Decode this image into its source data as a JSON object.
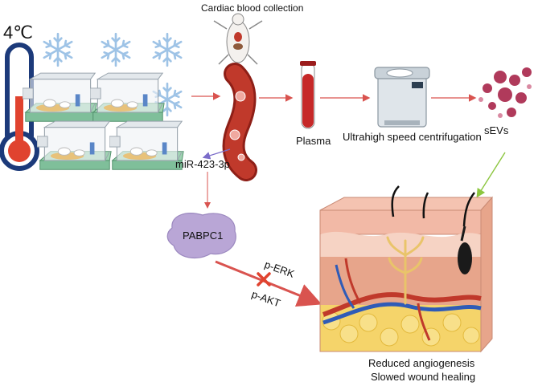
{
  "temperature": "4℃",
  "steps": {
    "blood_collection": "Cardiac blood collection",
    "plasma": "Plasma",
    "centrifugation": "Ultrahigh speed centrifugation",
    "sevs": "sEVs",
    "mirna": "miR-423-3p",
    "target": "PABPC1",
    "pathway_1": "p-ERK",
    "pathway_2": "p-AKT"
  },
  "outcome": {
    "line1": "Reduced angiogenesis",
    "line2": "Slowed wound healing"
  },
  "colors": {
    "arrow_red": "#d9534f",
    "inhibit_x": "#e0432f",
    "green_arrow": "#8cc63f",
    "purple_arrow": "#7b6cc9",
    "vessel_red": "#c0392b",
    "plasma_red": "#c62828",
    "pabpc1_purple": "#b9a6d6",
    "snowflake_blue": "#9ec3e6",
    "thermometer_blue": "#1c3a7a",
    "thermometer_red": "#e0432f",
    "skin_top": "#f2b9a6",
    "dermis": "#e7a58b",
    "fat": "#f5d46a"
  }
}
